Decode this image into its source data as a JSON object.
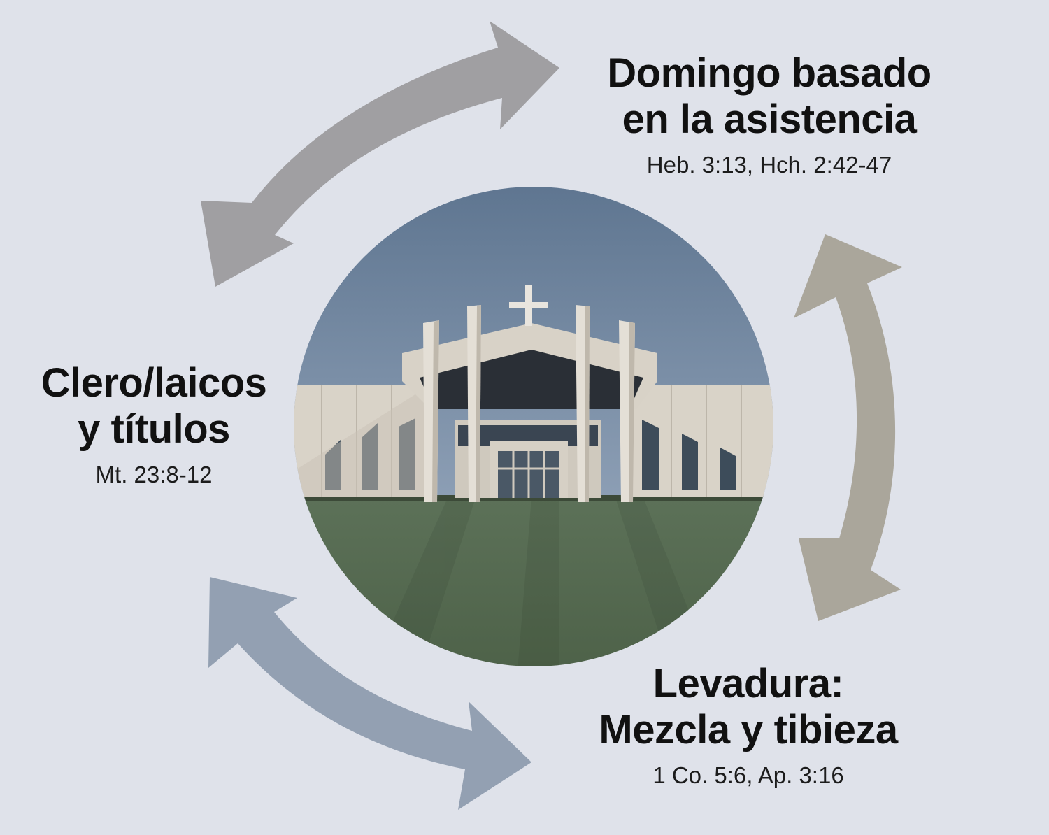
{
  "colors": {
    "background": "#dfe2ea",
    "arrow_top_left": "#a09fa2",
    "arrow_right": "#aaa69b",
    "arrow_bottom_left": "#93a0b2"
  },
  "center_image": {
    "icon": "church-building-photo"
  },
  "nodes": {
    "top": {
      "title_line1": "Domingo basado",
      "title_line2": "en la asistencia",
      "reference": "Heb. 3:13, Hch. 2:42-47"
    },
    "left": {
      "title_line1": "Clero/laicos",
      "title_line2": "y títulos",
      "reference": "Mt. 23:8-12"
    },
    "bottom": {
      "title_line1": "Levadura:",
      "title_line2": "Mezcla y tibieza",
      "reference": "1 Co. 5:6, Ap. 3:16"
    }
  },
  "arrows": [
    {
      "name": "arrow-top-left",
      "icon": "double-headed-curved-arrow-icon"
    },
    {
      "name": "arrow-right",
      "icon": "double-headed-curved-arrow-icon"
    },
    {
      "name": "arrow-bottom-left",
      "icon": "double-headed-curved-arrow-icon"
    }
  ]
}
